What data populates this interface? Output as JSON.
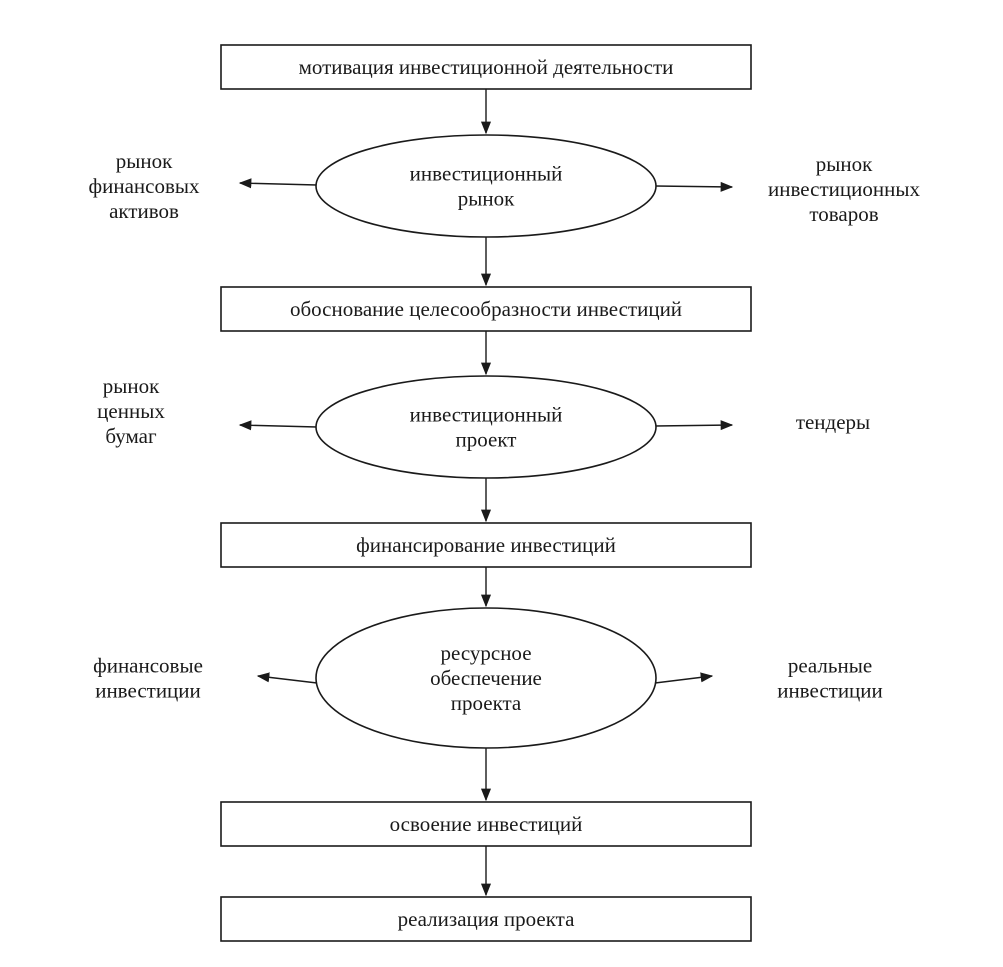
{
  "diagram": {
    "nodes": [
      {
        "id": "motivation",
        "shape": "rect",
        "lines": [
          "мотивация инвестиционной деятельности"
        ]
      },
      {
        "id": "investment-market",
        "shape": "ellipse",
        "lines": [
          "инвестиционный",
          "рынок"
        ]
      },
      {
        "id": "justification",
        "shape": "rect",
        "lines": [
          "обоснование целесообразности инвестиций"
        ]
      },
      {
        "id": "investment-project",
        "shape": "ellipse",
        "lines": [
          "инвестиционный",
          "проект"
        ]
      },
      {
        "id": "financing",
        "shape": "rect",
        "lines": [
          "финансирование инвестиций"
        ]
      },
      {
        "id": "resource-provision",
        "shape": "ellipse",
        "lines": [
          "ресурсное",
          "обеспечение",
          "проекта"
        ]
      },
      {
        "id": "development",
        "shape": "rect",
        "lines": [
          "освоение инвестиций"
        ]
      },
      {
        "id": "implementation",
        "shape": "rect",
        "lines": [
          "реализация проекта"
        ]
      },
      {
        "id": "financial-assets-market",
        "shape": "text",
        "lines": [
          "рынок",
          "финансовых",
          "активов"
        ]
      },
      {
        "id": "investment-goods-market",
        "shape": "text",
        "lines": [
          "рынок",
          "инвестиционных",
          "товаров"
        ]
      },
      {
        "id": "securities-market",
        "shape": "text",
        "lines": [
          "рынок",
          "ценных",
          "бумаг"
        ]
      },
      {
        "id": "tenders",
        "shape": "text",
        "lines": [
          "тендеры"
        ]
      },
      {
        "id": "financial-investments",
        "shape": "text",
        "lines": [
          "финансовые",
          "инвестиции"
        ]
      },
      {
        "id": "real-investments",
        "shape": "text",
        "lines": [
          "реальные",
          "инвестиции"
        ]
      }
    ],
    "edges": [
      {
        "from": "motivation",
        "to": "investment-market"
      },
      {
        "from": "investment-market",
        "to": "justification"
      },
      {
        "from": "justification",
        "to": "investment-project"
      },
      {
        "from": "investment-project",
        "to": "financing"
      },
      {
        "from": "financing",
        "to": "resource-provision"
      },
      {
        "from": "resource-provision",
        "to": "development"
      },
      {
        "from": "development",
        "to": "implementation"
      },
      {
        "from": "investment-market",
        "to": "financial-assets-market"
      },
      {
        "from": "investment-market",
        "to": "investment-goods-market"
      },
      {
        "from": "investment-project",
        "to": "securities-market"
      },
      {
        "from": "investment-project",
        "to": "tenders"
      },
      {
        "from": "resource-provision",
        "to": "financial-investments"
      },
      {
        "from": "resource-provision",
        "to": "real-investments"
      }
    ]
  }
}
